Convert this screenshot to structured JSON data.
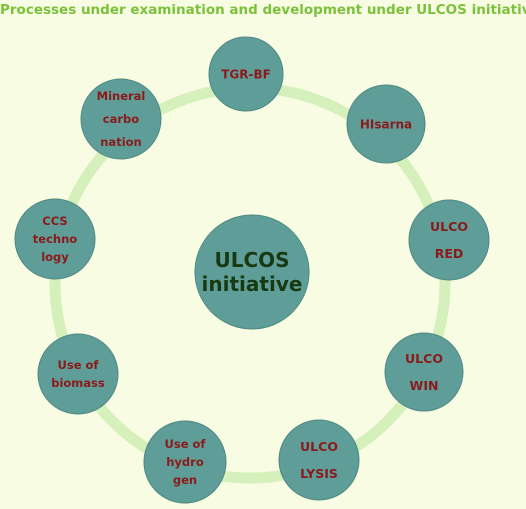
{
  "title": "Processes under examination and development under ULCOS initiative",
  "colors": {
    "background": "#f7fce3",
    "title": "#7bc23b",
    "ring": "#d6f0bb",
    "node_fill": "#5f9d98",
    "node_text": "#8b1a1a",
    "center_text": "#173a12"
  },
  "center": {
    "lines": [
      "ULCOS",
      "initiative"
    ]
  },
  "nodes": [
    {
      "id": "tgr-bf",
      "lines": [
        "TGR-BF"
      ]
    },
    {
      "id": "hisarna",
      "lines": [
        "HIsarna"
      ]
    },
    {
      "id": "ulcored",
      "lines": [
        "ULCO",
        "RED"
      ]
    },
    {
      "id": "ulcowin",
      "lines": [
        "ULCO",
        "WIN"
      ]
    },
    {
      "id": "ulcolysis",
      "lines": [
        "ULCO",
        "LYSIS"
      ]
    },
    {
      "id": "use-of-hydrogen",
      "lines": [
        "Use of",
        "hydro",
        "gen"
      ]
    },
    {
      "id": "use-of-biomass",
      "lines": [
        "Use of",
        "biomass"
      ]
    },
    {
      "id": "ccs-technology",
      "lines": [
        "CCS",
        "techno",
        "logy"
      ]
    },
    {
      "id": "mineral-carbonation",
      "lines": [
        "Mineral",
        "carbo",
        "nation"
      ]
    }
  ]
}
